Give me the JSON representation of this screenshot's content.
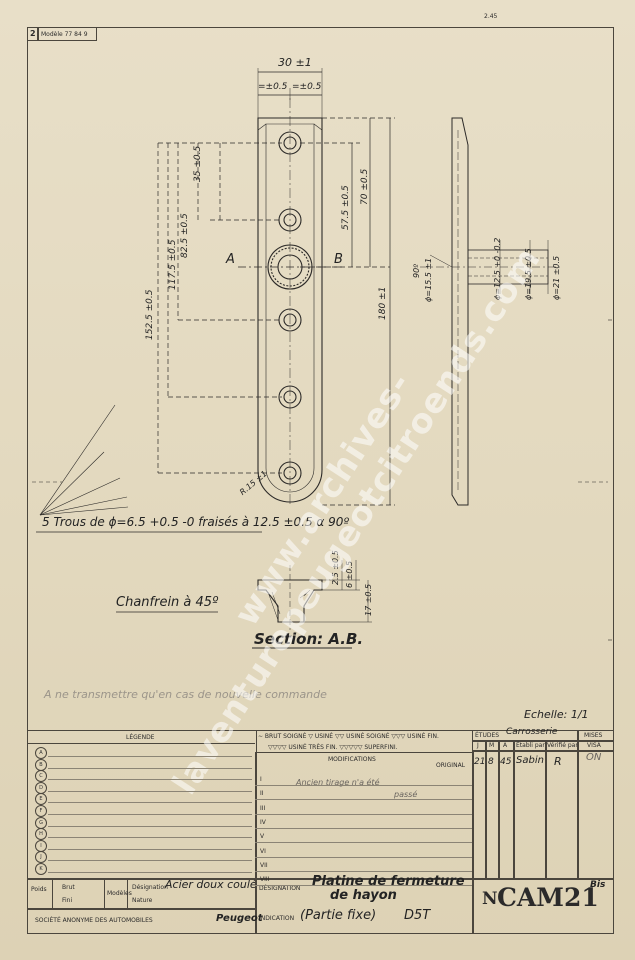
{
  "header": {
    "sheet_no": "2",
    "model": "Modèle 77 84 9",
    "top_right_code": "2.45"
  },
  "drawing": {
    "dim_width": "30 ±1",
    "dim_half_left": "=±0.5",
    "dim_half_right": "=±0.5",
    "dim_35": "35 ±0.5",
    "dim_82_5": "82.5 ±0.5",
    "dim_117_5": "117.5 ±0.5",
    "dim_152_5": "152.5 ±0.5",
    "dim_57_5": "57.5 ±0.5",
    "dim_70": "70 ±0.5",
    "dim_180": "180 ±1",
    "dim_r15": "R.15 ±1",
    "label_a": "A",
    "label_b": "B",
    "side_90": "90º",
    "side_15_5": "ϕ=15.5 ±1",
    "side_12_5": "ϕ=12.5 +0 -0.2",
    "side_19_5": "ϕ=19.5 ±0.5",
    "side_21": "ϕ=21 ±0.5",
    "holes_note": "5 Trous de ϕ=6.5 +0.5 -0 fraisés à 12.5 ±0.5 α 90º",
    "sec_2_5": "2.5 ±0.5",
    "sec_6": "6 ±0.5",
    "sec_17": "17 ±0.5",
    "chamfer": "Chanfrein à 45º",
    "section": "Section: A.B.",
    "not_transmit": "A ne transmettre qu'en cas de nouvelle commande",
    "scale": "Echelle: 1/1"
  },
  "title_block": {
    "finish_row1": "∼ BRUT SOIGNÉ  ▽ USINÉ  ▽▽ USINÉ SOIGNÉ  ▽▽▽ USINÉ FIN.",
    "finish_row2": "▽▽▽▽ USINÉ TRÈS FIN.  ▽▽▽▽▽ SUPERFINI.",
    "legend_header": "LÉGENDE",
    "modifications_header": "MODIFICATIONS",
    "original": "ORIGINAL",
    "etudes": "ÉTUDES",
    "etudes_value": "Carrosserie",
    "col_j": "J",
    "col_m": "M",
    "col_a": "A",
    "etabli_par": "Établi par",
    "verifie_par": "Vérifié par",
    "visa_header": "MISES",
    "visa": "VISA",
    "date_j": "21",
    "date_m": "8",
    "date_a": "45",
    "etabli_sig": "Sabin",
    "verifie_sig": "R",
    "visa_sig": "ON",
    "mod_i": "Ancien tirage n'a été",
    "mod_i2": "passé",
    "roman": [
      "I",
      "II",
      "III",
      "IV",
      "V",
      "VI",
      "VII",
      "VIII"
    ],
    "legend_letters": [
      "A",
      "B",
      "C",
      "D",
      "E",
      "F",
      "G",
      "H",
      "I",
      "J",
      "K"
    ],
    "poids": "Poids",
    "brut": "Brut",
    "fini": "Fini",
    "modeles": "Modèles",
    "designation_label_small": "Désignation",
    "nature": "Nature",
    "material": "Acier doux coulé",
    "designation_label": "DÉSIGNATION",
    "designation_1": "Platine de fermeture",
    "designation_2": "de hayon",
    "designation_3": "(Partie fixe)",
    "designation_4": "D5T",
    "indication": "INDICATION",
    "company": "SOCIÉTÉ ANONYME DES AUTOMOBILES",
    "brand": "Peugeot",
    "number_prefix": "N",
    "number": "CAM21",
    "number_suffix": "Bis"
  },
  "watermark": "www.archives-laventurepeugeotcitroends.com"
}
